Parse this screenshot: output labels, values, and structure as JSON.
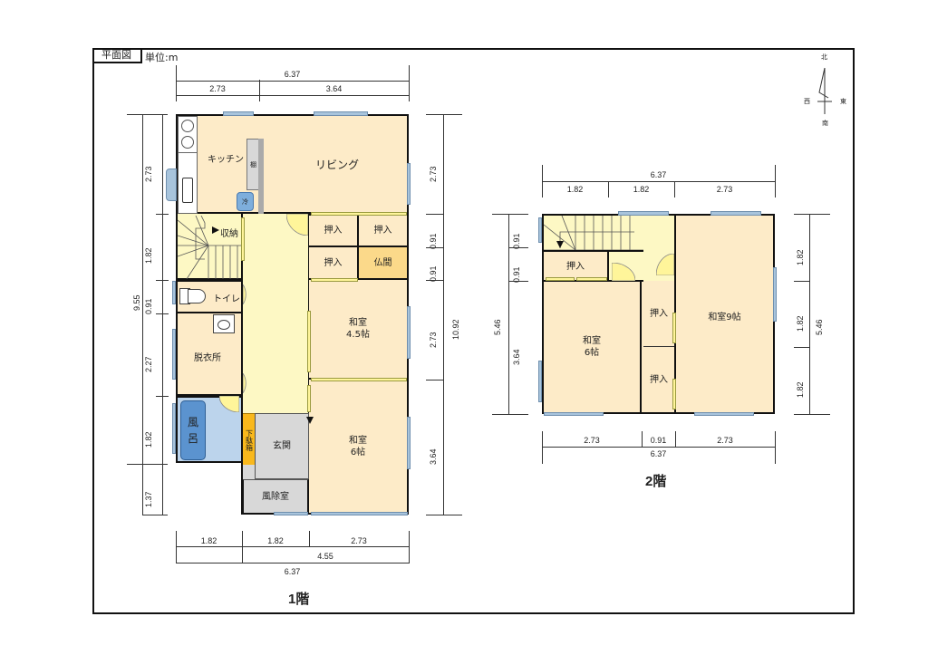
{
  "header": {
    "title": "平面図",
    "unit_label": "単位:m"
  },
  "compass": {
    "north": "北",
    "south": "南",
    "east": "東",
    "west": "西"
  },
  "colors": {
    "room_beige": "#fdebc8",
    "hall_yellow": "#fdf8c4",
    "butsuma": "#fbd98a",
    "bath_blue": "#bcd4ec",
    "tub_blue": "#5b93cf",
    "entry_gray": "#d8d8d8",
    "shoebox_orange": "#f9b81c",
    "window_blue": "#a8c4dc"
  },
  "floor1": {
    "label": "1階",
    "rooms": {
      "kitchen": "キッチン",
      "shelf": "棚",
      "fridge": "冷",
      "living": "リビング",
      "storage": "収納",
      "toilet": "トイレ",
      "dressing": "脱衣所",
      "bath_line1": "風",
      "bath_line2": "呂",
      "shoebox": "下駄箱",
      "entrance": "玄関",
      "windbreak": "風除室",
      "closet1": "押入",
      "closet2": "押入",
      "closet3": "押入",
      "butsuma": "仏間",
      "washitsu45_line1": "和室",
      "washitsu45_line2": "4.5帖",
      "washitsu6_line1": "和室",
      "washitsu6_line2": "6帖"
    },
    "dims_top": {
      "total": "6.37",
      "parts": [
        "2.73",
        "3.64"
      ]
    },
    "dims_left": {
      "total": "9.55",
      "parts": [
        "2.73",
        "1.82",
        "0.91",
        "2.27",
        "1.82",
        "1.37"
      ]
    },
    "dims_right": {
      "total": "10.92",
      "parts": [
        "2.73",
        "0.91",
        "0.91",
        "2.73",
        "3.64"
      ]
    },
    "dims_bottom": {
      "parts": [
        "1.82",
        "1.82",
        "2.73"
      ],
      "sub_total": "4.55",
      "total": "6.37"
    }
  },
  "floor2": {
    "label": "2階",
    "rooms": {
      "closet_top": "押入",
      "closet_mid1": "押入",
      "closet_mid2": "押入",
      "washitsu6_line1": "和室",
      "washitsu6_line2": "6帖",
      "washitsu9": "和室9帖"
    },
    "dims_top": {
      "total": "6.37",
      "parts": [
        "1.82",
        "1.82",
        "2.73"
      ]
    },
    "dims_left": {
      "total": "5.46",
      "parts": [
        "0.91",
        "0.91",
        "3.64"
      ]
    },
    "dims_right": {
      "total": "5.46",
      "parts": [
        "1.82",
        "1.82",
        "1.82"
      ]
    },
    "dims_bottom": {
      "parts": [
        "2.73",
        "0.91",
        "2.73"
      ],
      "total": "6.37"
    }
  }
}
